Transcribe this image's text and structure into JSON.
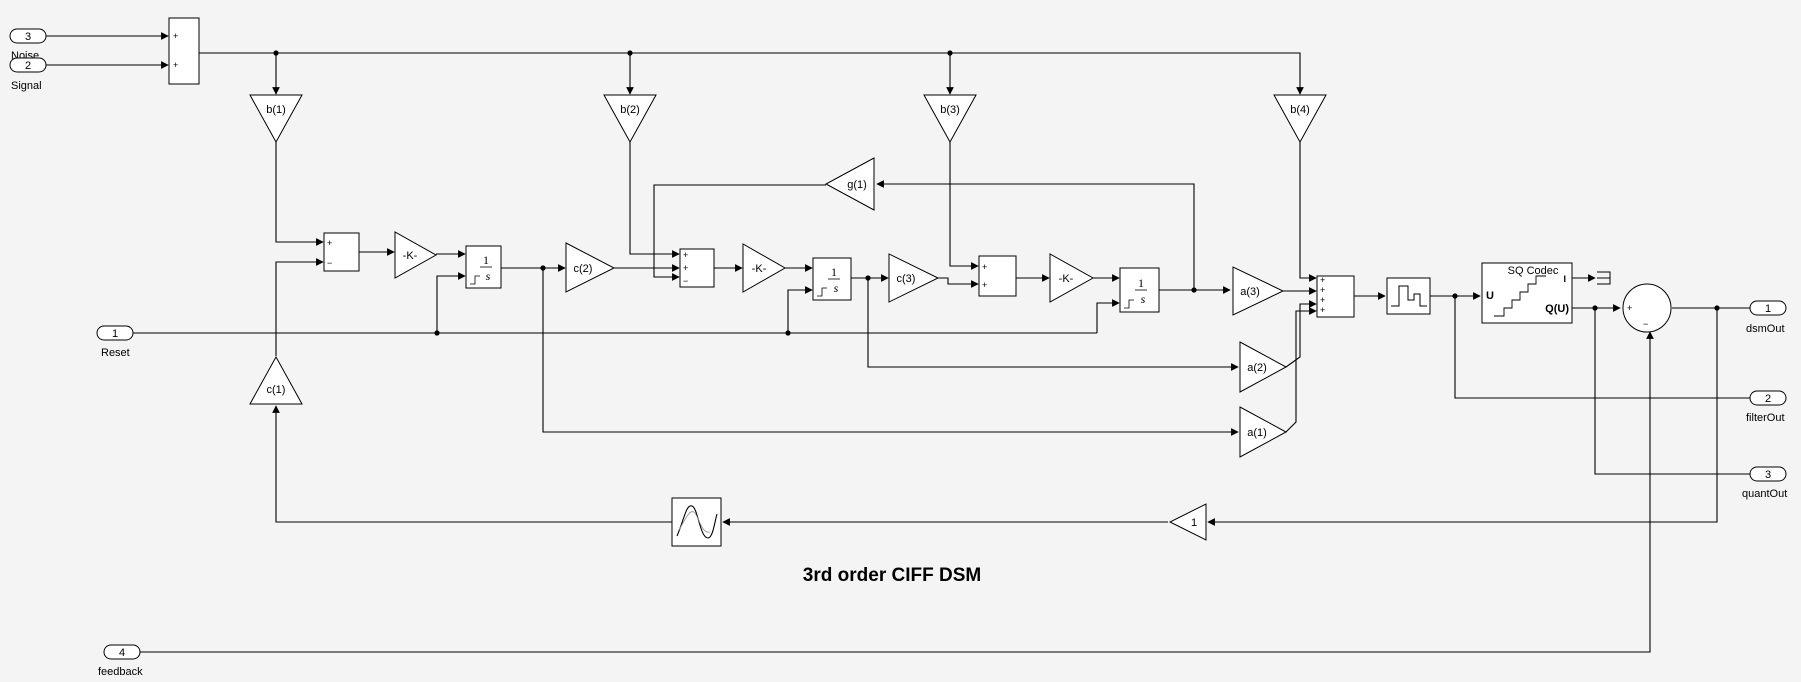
{
  "title": "3rd order CIFF DSM",
  "inports": [
    {
      "num": "3",
      "label": "Noise"
    },
    {
      "num": "2",
      "label": "Signal"
    },
    {
      "num": "1",
      "label": "Reset"
    },
    {
      "num": "4",
      "label": "feedback"
    }
  ],
  "outports": [
    {
      "num": "1",
      "label": "dsmOut"
    },
    {
      "num": "2",
      "label": "filterOut"
    },
    {
      "num": "3",
      "label": "quantOut"
    }
  ],
  "gains": {
    "b1": "b(1)",
    "b2": "b(2)",
    "b3": "b(3)",
    "b4": "b(4)",
    "c1": "c(1)",
    "c2": "c(2)",
    "c3": "c(3)",
    "a1": "a(1)",
    "a2": "a(2)",
    "a3": "a(3)",
    "g1": "g(1)",
    "k": "-K-",
    "one": "1"
  },
  "integrator": {
    "num": "1",
    "den": "s"
  },
  "signs": {
    "plus": "+",
    "minus": "−"
  },
  "codec": {
    "title": "SQ Codec",
    "in": "U",
    "out_q": "Q(U)",
    "out_i": "I"
  }
}
